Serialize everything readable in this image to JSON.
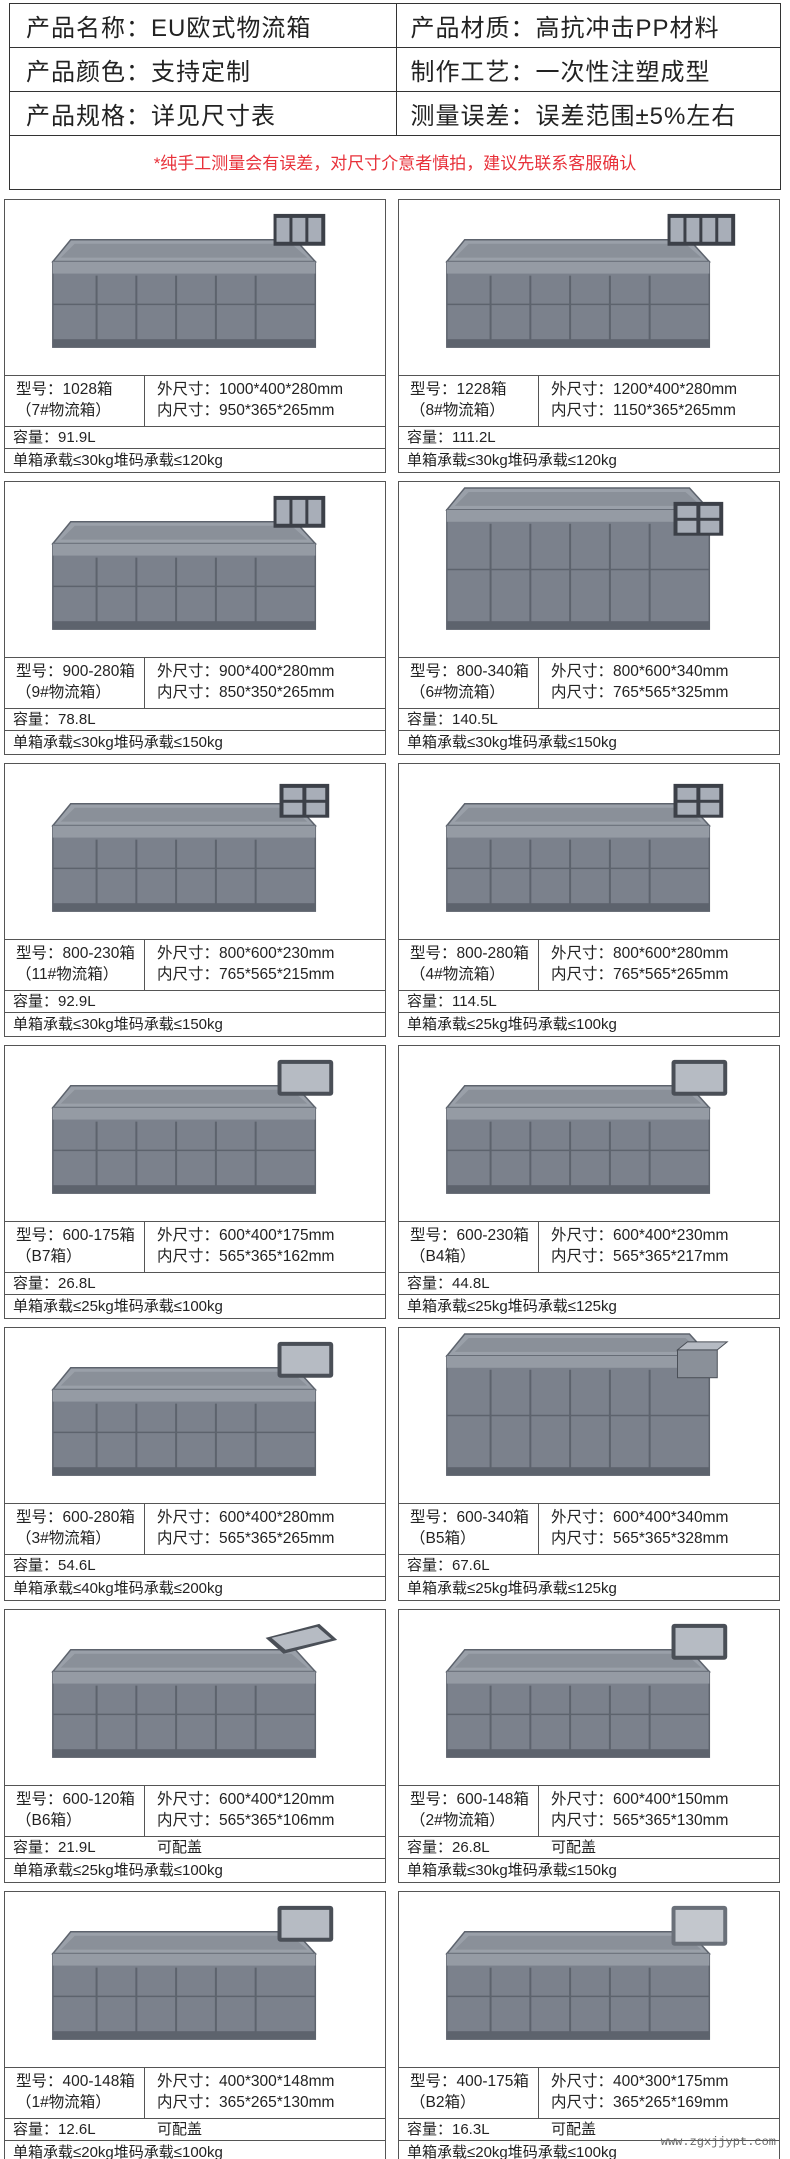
{
  "spec": {
    "rows": [
      [
        {
          "label": "产品名称：EU欧式物流箱"
        },
        {
          "label": "产品材质：高抗冲击PP材料"
        }
      ],
      [
        {
          "label": "产品颜色：支持定制"
        },
        {
          "label": "制作工艺：一次性注塑成型"
        }
      ],
      [
        {
          "label": "产品规格：详见尺寸表"
        },
        {
          "label": "测量误差：误差范围±5%左右"
        }
      ]
    ],
    "note": "*纯手工测量会有误差，对尺寸介意者慎拍，建议先联系客服确认"
  },
  "colors": {
    "box": "#7b818c",
    "box_dark": "#5d636d",
    "note_red": "#e8313a"
  },
  "products": [
    {
      "model_line1": "型号：1028箱",
      "model_line2": "（7#物流箱）",
      "outer": "外尺寸：1000*400*280mm",
      "inner": "内尺寸：950*365*265mm",
      "capacity": "容量：91.9L",
      "lid": "",
      "load": "单箱承载≤30kg堆码承载≤120kg",
      "icon": "lid-grid-3"
    },
    {
      "model_line1": "型号：1228箱",
      "model_line2": "（8#物流箱）",
      "outer": "外尺寸：1200*400*280mm",
      "inner": "内尺寸：1150*365*265mm",
      "capacity": "容量：111.2L",
      "lid": "",
      "load": "单箱承载≤30kg堆码承载≤120kg",
      "icon": "lid-grid-4"
    },
    {
      "model_line1": "型号：900-280箱",
      "model_line2": "（9#物流箱）",
      "outer": "外尺寸：900*400*280mm",
      "inner": "内尺寸：850*350*265mm",
      "capacity": "容量：78.8L",
      "lid": "",
      "load": "单箱承载≤30kg堆码承载≤150kg",
      "icon": "lid-grid-3"
    },
    {
      "model_line1": "型号：800-340箱",
      "model_line2": "（6#物流箱）",
      "outer": "外尺寸：800*600*340mm",
      "inner": "内尺寸：765*565*325mm",
      "capacity": "容量：140.5L",
      "lid": "",
      "load": "单箱承载≤30kg堆码承载≤150kg",
      "icon": "lid-grid-2x2"
    },
    {
      "model_line1": "型号：800-230箱",
      "model_line2": "（11#物流箱）",
      "outer": "外尺寸：800*600*230mm",
      "inner": "内尺寸：765*565*215mm",
      "capacity": "容量：92.9L",
      "lid": "",
      "load": "单箱承载≤30kg堆码承载≤150kg",
      "icon": "lid-grid-2x2"
    },
    {
      "model_line1": "型号：800-280箱",
      "model_line2": "（4#物流箱）",
      "outer": "外尺寸：800*600*280mm",
      "inner": "内尺寸：765*565*265mm",
      "capacity": "容量：114.5L",
      "lid": "",
      "load": "单箱承载≤25kg堆码承载≤100kg",
      "icon": "lid-grid-2x3"
    },
    {
      "model_line1": "型号：600-175箱",
      "model_line2": "（B7箱）",
      "outer": "外尺寸：600*400*175mm",
      "inner": "内尺寸：565*365*162mm",
      "capacity": "容量：26.8L",
      "lid": "",
      "load": "单箱承载≤25kg堆码承载≤100kg",
      "icon": "lid-mesh"
    },
    {
      "model_line1": "型号：600-230箱",
      "model_line2": "（B4箱）",
      "outer": "外尺寸：600*400*230mm",
      "inner": "内尺寸：565*365*217mm",
      "capacity": "容量：44.8L",
      "lid": "",
      "load": "单箱承载≤25kg堆码承载≤125kg",
      "icon": "lid-mesh"
    },
    {
      "model_line1": "型号：600-280箱",
      "model_line2": "（3#物流箱）",
      "outer": "外尺寸：600*400*280mm",
      "inner": "内尺寸：565*365*265mm",
      "capacity": "容量：54.6L",
      "lid": "",
      "load": "单箱承载≤40kg堆码承载≤200kg",
      "icon": "lid-mesh"
    },
    {
      "model_line1": "型号：600-340箱",
      "model_line2": "（B5箱）",
      "outer": "外尺寸：600*400*340mm",
      "inner": "内尺寸：565*365*328mm",
      "capacity": "容量：67.6L",
      "lid": "",
      "load": "单箱承载≤25kg堆码承载≤125kg",
      "icon": "box-small"
    },
    {
      "model_line1": "型号：600-120箱",
      "model_line2": "（B6箱）",
      "outer": "外尺寸：600*400*120mm",
      "inner": "内尺寸：565*365*106mm",
      "capacity": "容量：21.9L",
      "lid": "可配盖",
      "load": "单箱承载≤25kg堆码承载≤100kg",
      "icon": "lid-tilted"
    },
    {
      "model_line1": "型号：600-148箱",
      "model_line2": "（2#物流箱）",
      "outer": "外尺寸：600*400*150mm",
      "inner": "内尺寸：565*365*130mm",
      "capacity": "容量：26.8L",
      "lid": "可配盖",
      "load": "单箱承载≤30kg堆码承载≤150kg",
      "icon": "lid-mesh"
    },
    {
      "model_line1": "型号：400-148箱",
      "model_line2": "（1#物流箱）",
      "outer": "外尺寸：400*300*148mm",
      "inner": "内尺寸：365*265*130mm",
      "capacity": "容量：12.6L",
      "lid": "可配盖",
      "load": "单箱承载≤20kg堆码承载≤100kg",
      "icon": "lid-mesh"
    },
    {
      "model_line1": "型号：400-175箱",
      "model_line2": "（B2箱）",
      "outer": "外尺寸：400*300*175mm",
      "inner": "内尺寸：365*265*169mm",
      "capacity": "容量：16.3L",
      "lid": "可配盖",
      "load": "单箱承载≤20kg堆码承载≤100kg",
      "icon": "lid-slotted"
    }
  ],
  "watermark": "www.zgxjjypt.com"
}
